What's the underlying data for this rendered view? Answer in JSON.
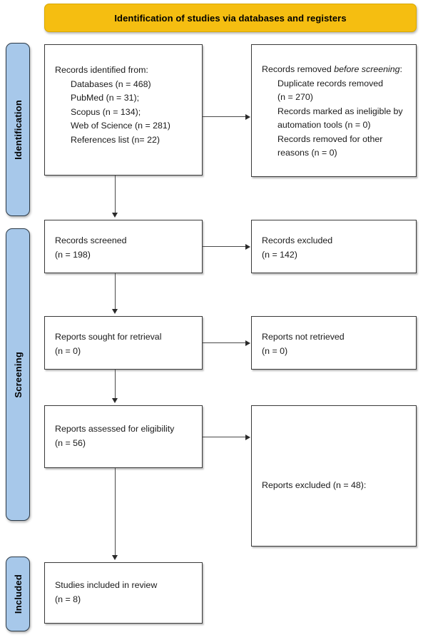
{
  "banner": {
    "title": "Identification of studies via databases and registers"
  },
  "stages": [
    {
      "key": "identification",
      "label": "Identification"
    },
    {
      "key": "screening",
      "label": "Screening"
    },
    {
      "key": "included",
      "label": "Included"
    }
  ],
  "boxes": {
    "identified": {
      "heading": "Records identified from:",
      "items": [
        "Databases (n = 468)",
        "PubMed (n = 31);",
        "Scopus (n = 134);",
        "Web of Science (n = 281)",
        "References list (n= 22)"
      ]
    },
    "removed": {
      "heading_pre": "Records removed ",
      "heading_italic": "before screening",
      "heading_post": ":",
      "items": [
        "Duplicate records removed",
        "(n = 270)",
        "Records marked as ineligible by",
        "automation tools (n = 0)",
        "Records removed for other",
        "reasons (n = 0)"
      ]
    },
    "screened": {
      "line1": "Records screened",
      "line2": "(n = 198)"
    },
    "excluded": {
      "line1": "Records excluded",
      "line2": "(n = 142)"
    },
    "sought": {
      "line1": "Reports sought for retrieval",
      "line2": "(n = 0)"
    },
    "not_retrieved": {
      "line1": "Reports not retrieved",
      "line2": "(n = 0)"
    },
    "assessed": {
      "line1": "Reports assessed for eligibility",
      "line2": "(n = 56)"
    },
    "reports_excluded": {
      "line1": "Reports excluded (n = 48):"
    },
    "included": {
      "line1": "Studies included in review",
      "line2": "(n = 8)"
    }
  },
  "colors": {
    "banner_fill": "#F5BE11",
    "stage_fill": "#A7C8EA",
    "box_border": "#3A3A3A",
    "connector": "#4A4A4A"
  }
}
